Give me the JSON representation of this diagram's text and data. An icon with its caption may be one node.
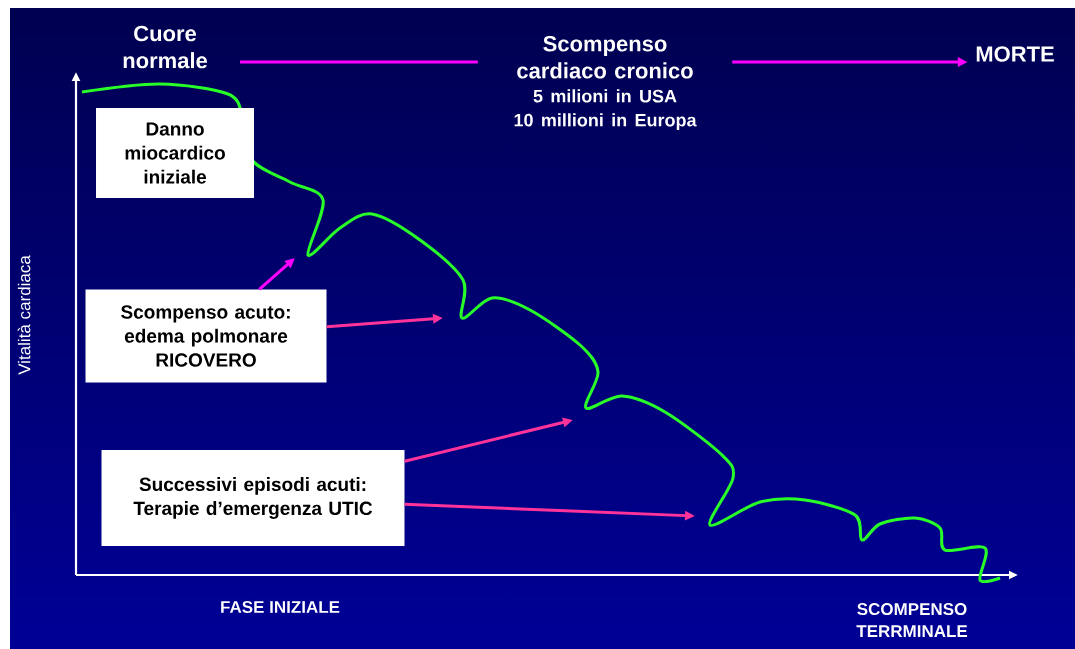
{
  "diagram": {
    "nodes": [
      {
        "text": [
          "Cuore normale"
        ]
      },
      {
        "text": [
          "Scompenso cardiaco cronico",
          "5 milioni in USA",
          "10 millioni in Europa"
        ]
      },
      {
        "text": [
          "MORTE"
        ]
      },
      {
        "text": [
          "Danno miocardico iniziale"
        ]
      },
      {
        "text": [
          "Scompenso acuto: edema polmonare RICOVERO"
        ]
      },
      {
        "text": [
          "Successivi episodi acuti: Terapie d’emergenza UTIC"
        ]
      }
    ],
    "edges": [
      {
        "from": 0,
        "to": 1,
        "arrow": "none",
        "color": "#ff00ff"
      },
      {
        "from": 1,
        "to": 2,
        "arrow": "to",
        "color": "#ff00ff"
      },
      {
        "from": 4,
        "to": null,
        "arrow": "to",
        "color": "#ff00ff"
      },
      {
        "from": 4,
        "to": null,
        "arrow": "to",
        "color": "#ff3399"
      },
      {
        "from": 5,
        "to": null,
        "arrow": "to",
        "color": "#ff3399"
      },
      {
        "from": 5,
        "to": null,
        "arrow": "to",
        "color": "#ff3399"
      }
    ],
    "labels": [
      "Vitalità cardiaca",
      "FASE INIZIALE",
      "SCOMPENSO TERRMINALE"
    ]
  }
}
